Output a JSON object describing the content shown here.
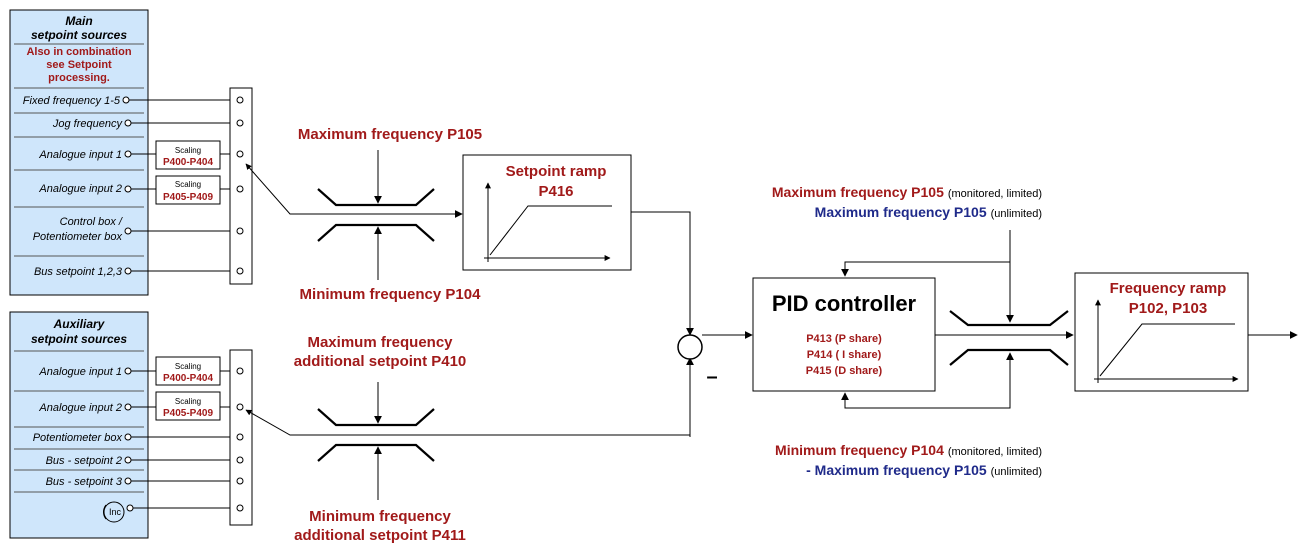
{
  "main_sources": {
    "title": [
      "Main",
      "setpoint sources"
    ],
    "note": [
      "Also in combination",
      "see Setpoint",
      "processing."
    ],
    "items": [
      "Fixed frequency 1-5",
      "Jog frequency",
      "Analogue input 1",
      "Analogue input 2",
      "Control box /",
      "Potentiometer box",
      "Bus setpoint 1,2,3"
    ]
  },
  "aux_sources": {
    "title": [
      "Auxiliary",
      "setpoint sources"
    ],
    "items": [
      "Analogue input 1",
      "Analogue input  2",
      "Potentiometer box",
      "Bus - setpoint 2",
      "Bus - setpoint 3"
    ],
    "inc_icon_label": "Inc"
  },
  "scaling": {
    "label": "Scaling",
    "main_1": "P400-P404",
    "main_2": "P405-P409",
    "aux_1": "P400-P404",
    "aux_2": "P405-P409"
  },
  "limits": {
    "main_max": "Maximum frequency  P105",
    "main_min": "Minimum frequency  P104",
    "aux_max": [
      "Maximum frequency",
      "additional setpoint P410"
    ],
    "aux_min": [
      "Minimum frequency",
      "additional setpoint  P411"
    ]
  },
  "setpoint_ramp": {
    "title": [
      "Setpoint ramp",
      "P416"
    ]
  },
  "summing": {
    "minus": "–"
  },
  "pid": {
    "title": "PID controller",
    "lines": [
      "P413 (P share)",
      "P414 ( I share)",
      "P415 (D share)"
    ]
  },
  "output_limits": {
    "top_1": "Maximum frequency P105",
    "top_1_note": "(monitored, limited)",
    "top_2": "Maximum frequency  P105",
    "top_2_note": "(unlimited)",
    "bottom_1": "Minimum frequency  P104",
    "bottom_1_note": "(monitored, limited)",
    "bottom_2": "- Maximum frequency P105",
    "bottom_2_note": "(unlimited)"
  },
  "frequency_ramp": {
    "title": [
      "Frequency ramp",
      "P102, P103"
    ]
  },
  "colors": {
    "red": "#a11a1a",
    "blue": "#1f2a8a",
    "panel": "#cfe6fb"
  }
}
